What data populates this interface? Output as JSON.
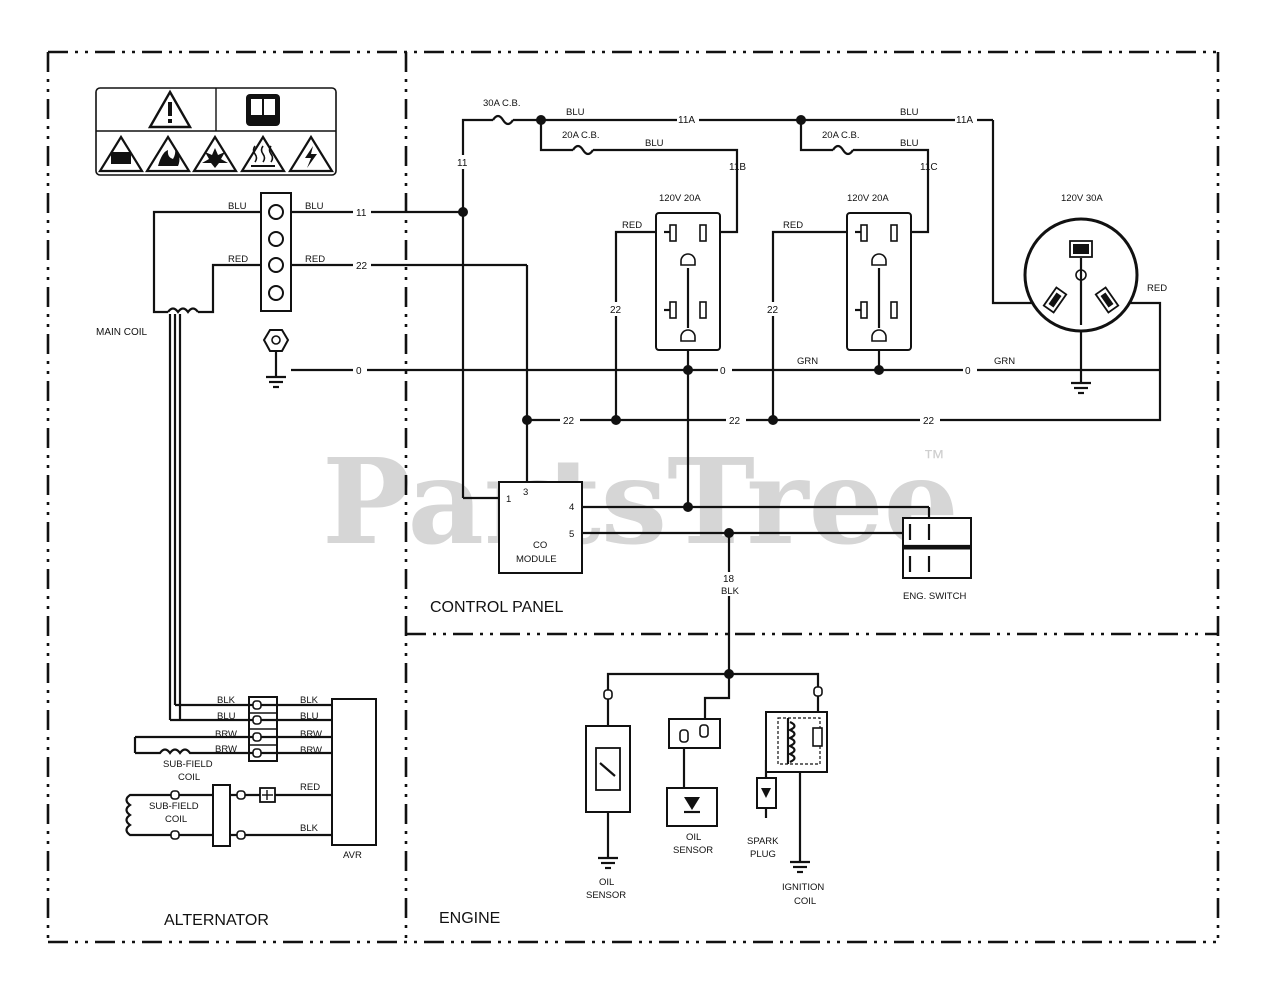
{
  "watermark": {
    "text": "PartsTree",
    "tm": "™"
  },
  "sections": {
    "alternator": "ALTERNATOR",
    "control_panel": "CONTROL PANEL",
    "engine": "ENGINE"
  },
  "components": {
    "main_coil": "MAIN COIL",
    "cb30": "30A C.B.",
    "cb20a": "20A C.B.",
    "cb20b": "20A C.B.",
    "outlet1": "120V 20A",
    "outlet2": "120V 20A",
    "outlet3": "120V 30A",
    "co_module_line1": "CO",
    "co_module_line2": "MODULE",
    "eng_switch": "ENG. SWITCH",
    "avr": "AVR",
    "subfield1_line1": "SUB-FIELD",
    "subfield1_line2": "COIL",
    "subfield2_line1": "SUB-FIELD",
    "subfield2_line2": "COIL",
    "oil_sensor1_line1": "OIL",
    "oil_sensor1_line2": "SENSOR",
    "oil_sensor2_line1": "OIL",
    "oil_sensor2_line2": "SENSOR",
    "spark_plug_line1": "SPARK",
    "spark_plug_line2": "PLUG",
    "ignition_line1": "IGNITION",
    "ignition_line2": "COIL"
  },
  "wires": {
    "blu": "BLU",
    "red": "RED",
    "grn": "GRN",
    "blk": "BLK",
    "brw": "BRW",
    "n11": "11",
    "n22": "22",
    "n0": "0",
    "n11a": "11A",
    "n11b": "11B",
    "n11c": "11C",
    "n18": "18"
  },
  "co_pins": [
    "1",
    "3",
    "4",
    "5"
  ]
}
